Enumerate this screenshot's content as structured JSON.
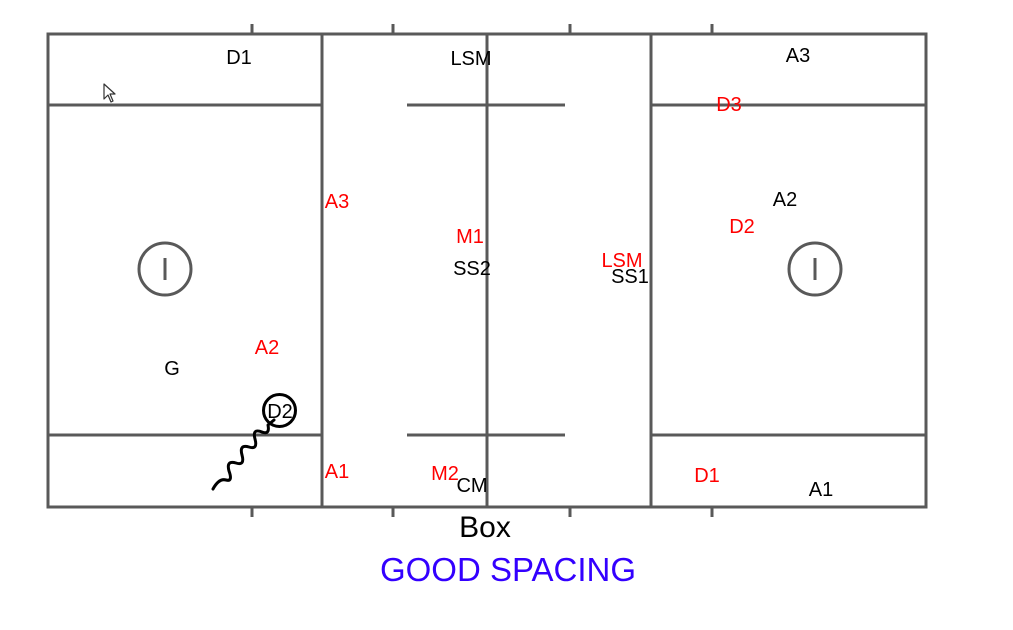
{
  "caption": "Box",
  "subcaption": "GOOD SPACING",
  "colors": {
    "offense": "#ff0000",
    "defense": "#000000",
    "subcaption": "#3300ff",
    "field_lines": "#595959"
  },
  "players": {
    "left_top_d1": "D1",
    "lsm_top": "LSM",
    "right_top_a3": "A3",
    "right_d3": "D3",
    "left_a3": "A3",
    "center_m1": "M1",
    "center_ss2": "SS2",
    "right_lsm": "LSM",
    "right_ss1": "SS1",
    "right_a2": "A2",
    "right_d2": "D2",
    "left_a2": "A2",
    "left_g": "G",
    "ball_d2": "D2",
    "left_a1": "A1",
    "center_m2": "M2",
    "center_cm": "CM",
    "right_d1": "D1",
    "right_a1": "A1"
  }
}
